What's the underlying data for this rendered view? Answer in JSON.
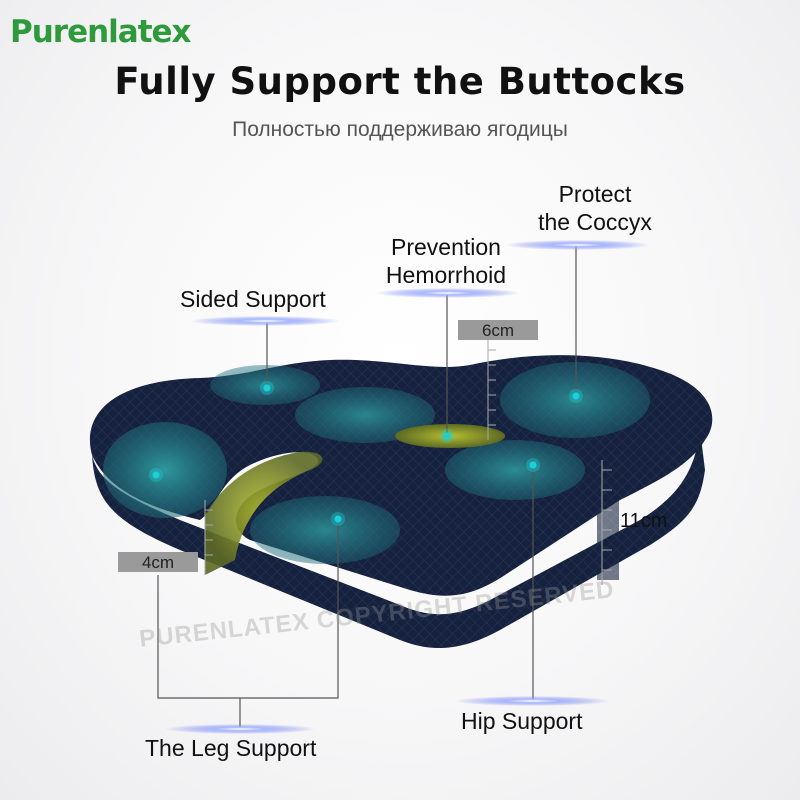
{
  "brand": {
    "logo_text": "Purenlatex",
    "accent": "#2e9a3c"
  },
  "header": {
    "title": "Fully Support the Buttocks",
    "subtitle": "Полностью поддерживаю ягодицы"
  },
  "callouts": {
    "protect_coccyx": [
      "Protect",
      "the Coccyx"
    ],
    "prevention_hemorrhoid": [
      "Prevention",
      "Hemorrhoid"
    ],
    "sided_support": "Sided Support",
    "hip_support": "Hip Support",
    "leg_support": "The Leg Support"
  },
  "measurements": {
    "top_gap": "6cm",
    "front_gap": "4cm",
    "height": "11cm"
  },
  "watermark": "PURENLATEX COPYRIGHT RESERVED",
  "colors": {
    "cushion_fabric": "#15233f",
    "pressure_zone": "#2a8a8f",
    "coccyx_gel": "#9aa22a",
    "marker": "#19d2d6"
  }
}
